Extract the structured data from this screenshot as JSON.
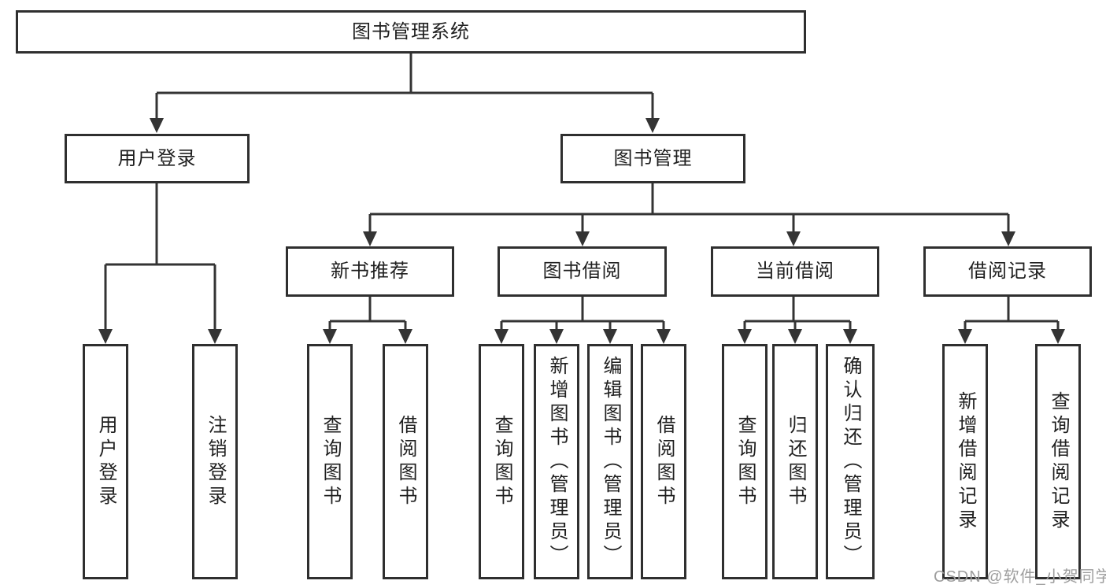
{
  "page": {
    "background": "#ffffff",
    "watermark": {
      "text": "CSDN @软件_小贺同学",
      "color": "#9e9e9e"
    }
  },
  "diagram": {
    "type": "hierarchy-tree",
    "colors": {
      "line": "#343434",
      "box_border": "#2f2f2f",
      "box_fill": "#ffffff",
      "text": "#1f1f1f"
    },
    "root": {
      "label": "图书管理系统"
    },
    "branches": [
      {
        "label": "用户登录",
        "leaves": [
          "用户登录",
          "注销登录"
        ]
      },
      {
        "label": "图书管理",
        "groups": [
          {
            "label": "新书推荐",
            "leaves": [
              "查询图书",
              "借阅图书"
            ]
          },
          {
            "label": "图书借阅",
            "leaves": [
              "查询图书",
              "新增图书（管理员）",
              "编辑图书（管理员）",
              "借阅图书"
            ]
          },
          {
            "label": "当前借阅",
            "leaves": [
              "查询图书",
              "归还图书",
              "确认归还（管理员）"
            ]
          },
          {
            "label": "借阅记录",
            "leaves": [
              "新增借阅记录",
              "查询借阅记录"
            ]
          }
        ]
      }
    ]
  }
}
